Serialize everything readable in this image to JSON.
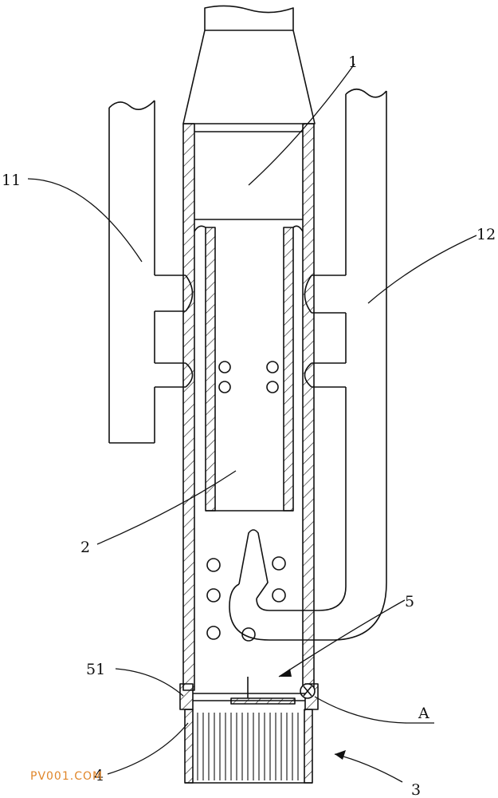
{
  "labels": {
    "l1": "1",
    "l11": "11",
    "l12": "12",
    "l2": "2",
    "l5": "5",
    "l51": "51",
    "lA": "A",
    "l4": "4",
    "l3": "3"
  },
  "watermark": "PV001.COM",
  "colors": {
    "line": "#111111",
    "watermark": "#e0862a"
  }
}
